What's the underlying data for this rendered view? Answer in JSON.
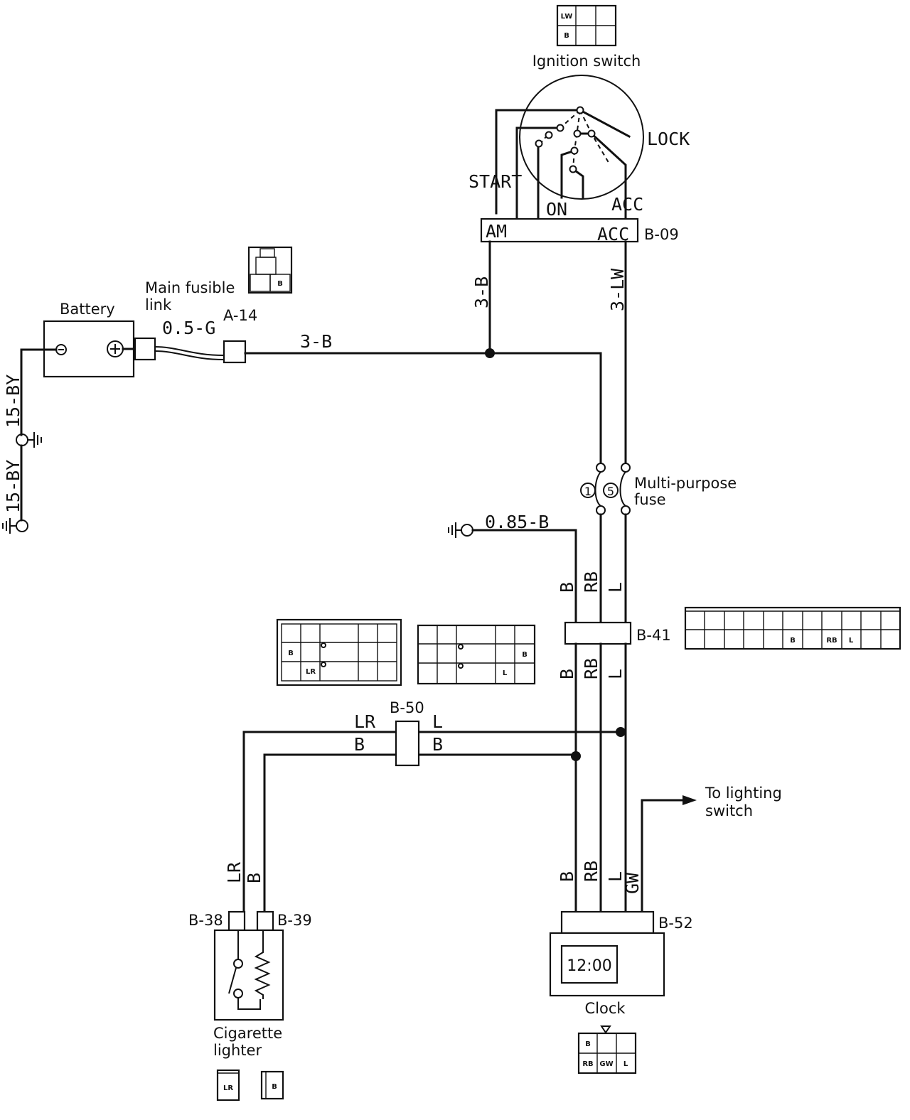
{
  "components": {
    "ignition_switch": "Ignition switch",
    "battery": "Battery",
    "main_fusible_link_line1": "Main fusible",
    "main_fusible_link_line2": "link",
    "multipurpose_fuse_line1": "Multi-purpose",
    "multipurpose_fuse_line2": "fuse",
    "cigarette_lighter_line1": "Cigarette",
    "cigarette_lighter_line2": "lighter",
    "clock": "Clock",
    "clock_display": "12:00",
    "lighting_switch_line1": "To lighting",
    "lighting_switch_line2": "switch"
  },
  "switch_positions": {
    "lock": "LOCK",
    "start": "START",
    "on": "ON",
    "acc": "ACC",
    "terminal_am": "AM",
    "terminal_acc": "ACC"
  },
  "connectors": {
    "b09": "B-09",
    "a14": "A-14",
    "b41": "B-41",
    "b50": "B-50",
    "b38": "B-38",
    "b39": "B-39",
    "b52": "B-52"
  },
  "fuses": {
    "fuse_1": "1",
    "fuse_5": "5"
  },
  "wires": {
    "main_feed": "3-B",
    "am_wire": "3-B",
    "acc_wire": "3-LW",
    "fusible_link": "0.5-G",
    "battery_ground_upper": "15-BY",
    "battery_ground_lower": "15-BY",
    "ground_085": "0.85-B",
    "b41_top_b": "B",
    "b41_top_rb": "RB",
    "b41_top_l": "L",
    "b41_bot_b": "B",
    "b41_bot_rb": "RB",
    "b41_bot_l": "L",
    "b50_left_lr": "LR",
    "b50_left_b": "B",
    "b50_right_l": "L",
    "b50_right_b": "B",
    "lighter_lr": "LR",
    "lighter_b": "B",
    "clock_b": "B",
    "clock_rb": "RB",
    "clock_l": "L",
    "clock_gw": "GW"
  },
  "pin_labels": {
    "ign_lw": "LW",
    "ign_b": "B",
    "fusible_b": "B",
    "b41_b": "B",
    "b41_rb": "RB",
    "b41_l": "L",
    "b50a_b": "B",
    "b50a_lr": "LR",
    "b50b_b": "B",
    "b50b_l": "L",
    "clock_b": "B",
    "clock_rb": "RB",
    "clock_gw": "GW",
    "clock_l": "L",
    "lighter_lr": "LR",
    "lighter_b": "B"
  },
  "colors": {
    "ink": "#111111",
    "paper": "#ffffff"
  }
}
